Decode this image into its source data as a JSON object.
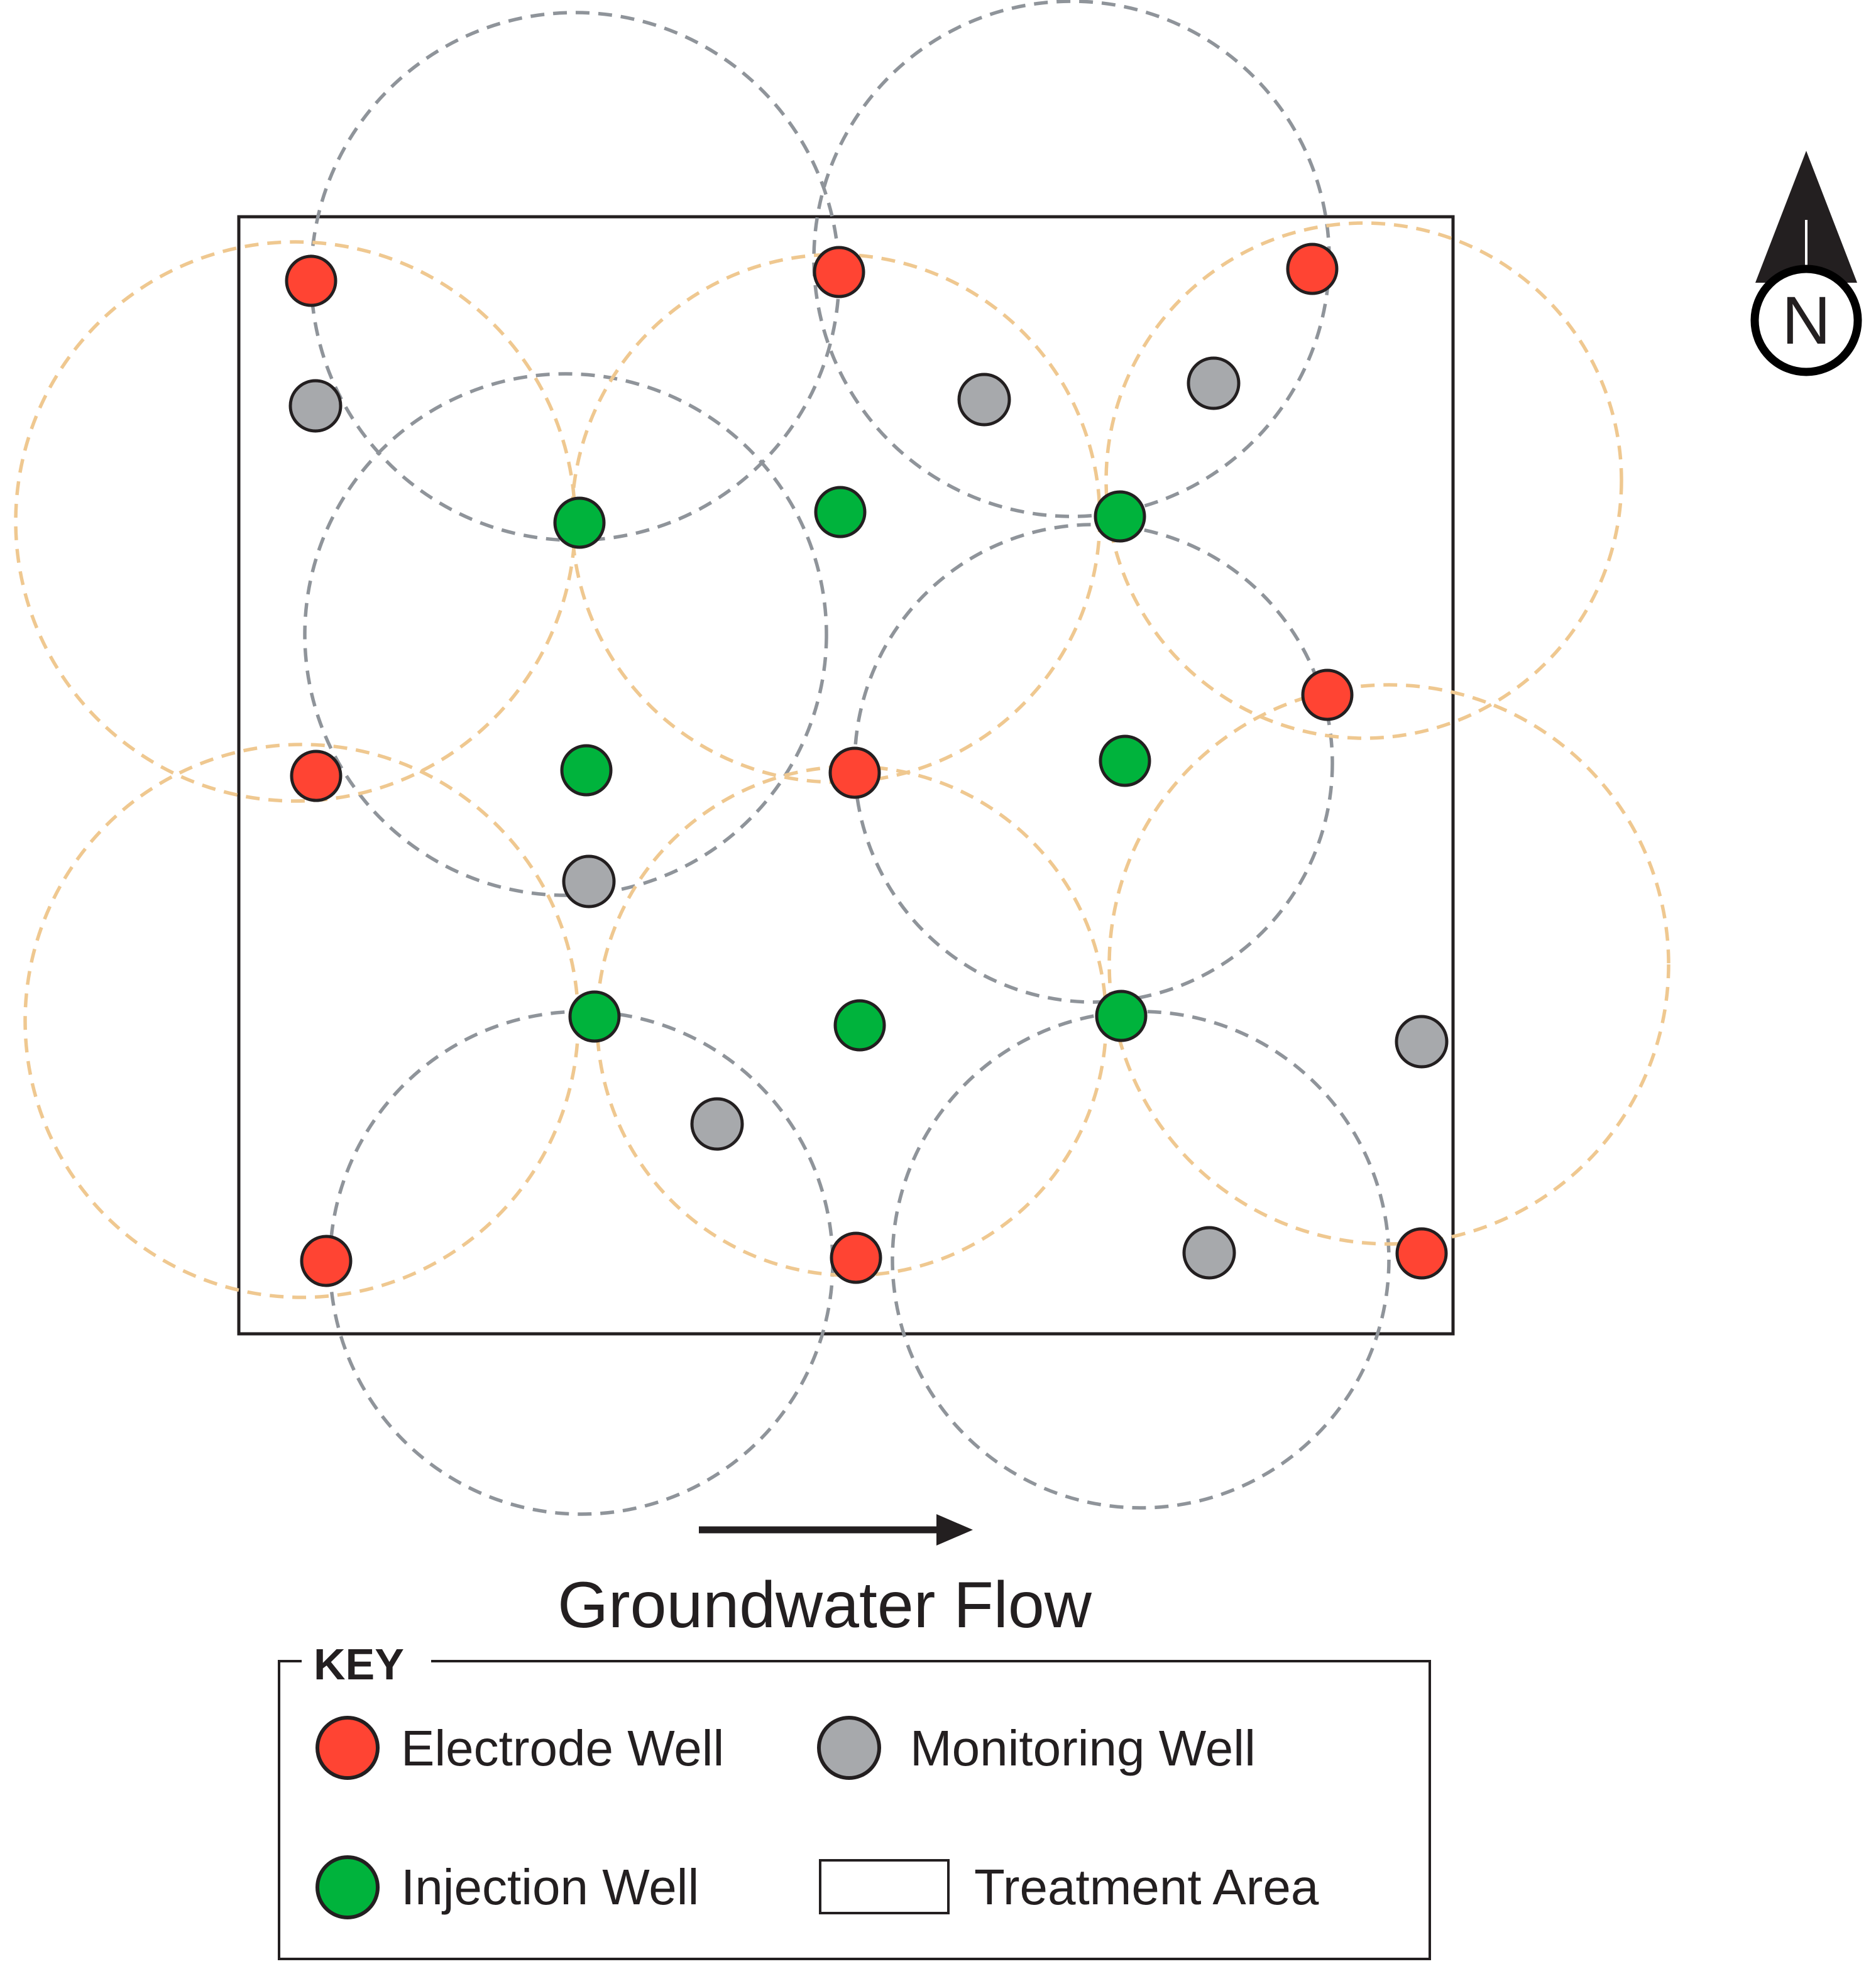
{
  "flow_label": "Groundwater Flow",
  "north_label": "N",
  "key": {
    "title": "KEY",
    "electrode": "Electrode Well",
    "monitoring": "Monitoring Well",
    "injection": "Injection Well",
    "treatment": "Treatment Area"
  },
  "colors": {
    "electrode": "#ff4433",
    "injection": "#00b33c",
    "monitoring": "#a7a9ac",
    "gray_circle": "#8f949a",
    "tan_circle": "#efc890",
    "outline": "#231f20"
  }
}
